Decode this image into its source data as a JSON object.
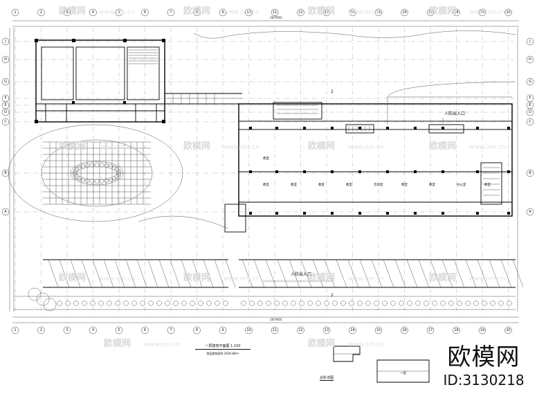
{
  "watermark": {
    "brand": "欧模网",
    "url": "www.om.cn",
    "id_label": "ID:3130218"
  },
  "drawing": {
    "plan_title": "一层建筑平面图",
    "scale": "1:100",
    "area_note": "首层建筑面积:3639.88m²",
    "detail_title": "台阶详图"
  },
  "annotations": {
    "civil_defense_entry_top": "人防出入口",
    "civil_defense_entry_bottom": "人防出入口",
    "section_mark_1": "2",
    "section_mark_2": "2",
    "detail_mark": "一层"
  },
  "axis_top": [
    "1",
    "2",
    "3",
    "4",
    "5",
    "6",
    "7",
    "8",
    "9",
    "10",
    "11",
    "12",
    "13",
    "14",
    "15",
    "16",
    "17",
    "18",
    "19",
    "20"
  ],
  "axis_left": [
    "J",
    "H",
    "G",
    "F",
    "E",
    "D",
    "C",
    "B",
    "A"
  ],
  "dims": {
    "overall_top": "187950",
    "overall_bottom": "187950"
  },
  "room_labels": [
    "教室",
    "教室",
    "教室",
    "教室",
    "活动室",
    "教室",
    "教室",
    "办公室",
    "教室",
    "教室"
  ],
  "colors": {
    "line": "#000000",
    "axis": "#999999",
    "watermark": "#d9d9d9"
  }
}
